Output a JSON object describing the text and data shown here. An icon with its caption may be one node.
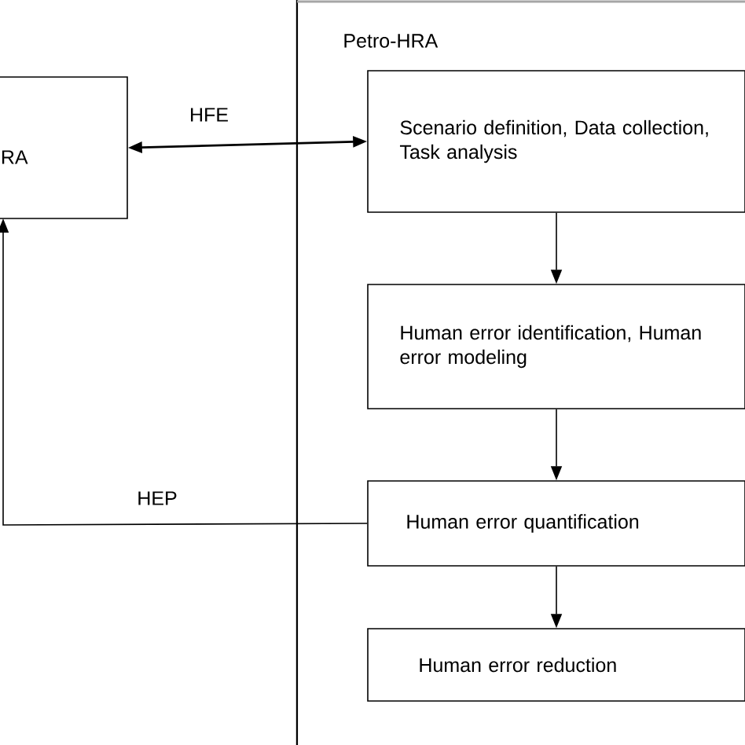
{
  "diagram": {
    "nodes": [
      {
        "text": [
          "RA"
        ]
      },
      {
        "text": [
          "Petro-HRA"
        ]
      },
      {
        "text": [
          "Scenario definition, Data collection, Task analysis"
        ],
        "in": 1
      },
      {
        "text": [
          "Human error identification, Human error modeling"
        ],
        "in": 1
      },
      {
        "text": [
          "Human error quantification"
        ],
        "in": 1
      },
      {
        "text": [
          "Human error reduction"
        ],
        "in": 1
      }
    ],
    "edges": [
      {
        "from": 0,
        "to": 2,
        "arrow": "both",
        "label": "HFE"
      },
      {
        "from": 2,
        "to": 3,
        "arrow": "to"
      },
      {
        "from": 3,
        "to": 4,
        "arrow": "to"
      },
      {
        "from": 4,
        "to": 5,
        "arrow": "to"
      },
      {
        "from": 4,
        "to": 0,
        "arrow": "to",
        "label": "HEP"
      }
    ]
  }
}
